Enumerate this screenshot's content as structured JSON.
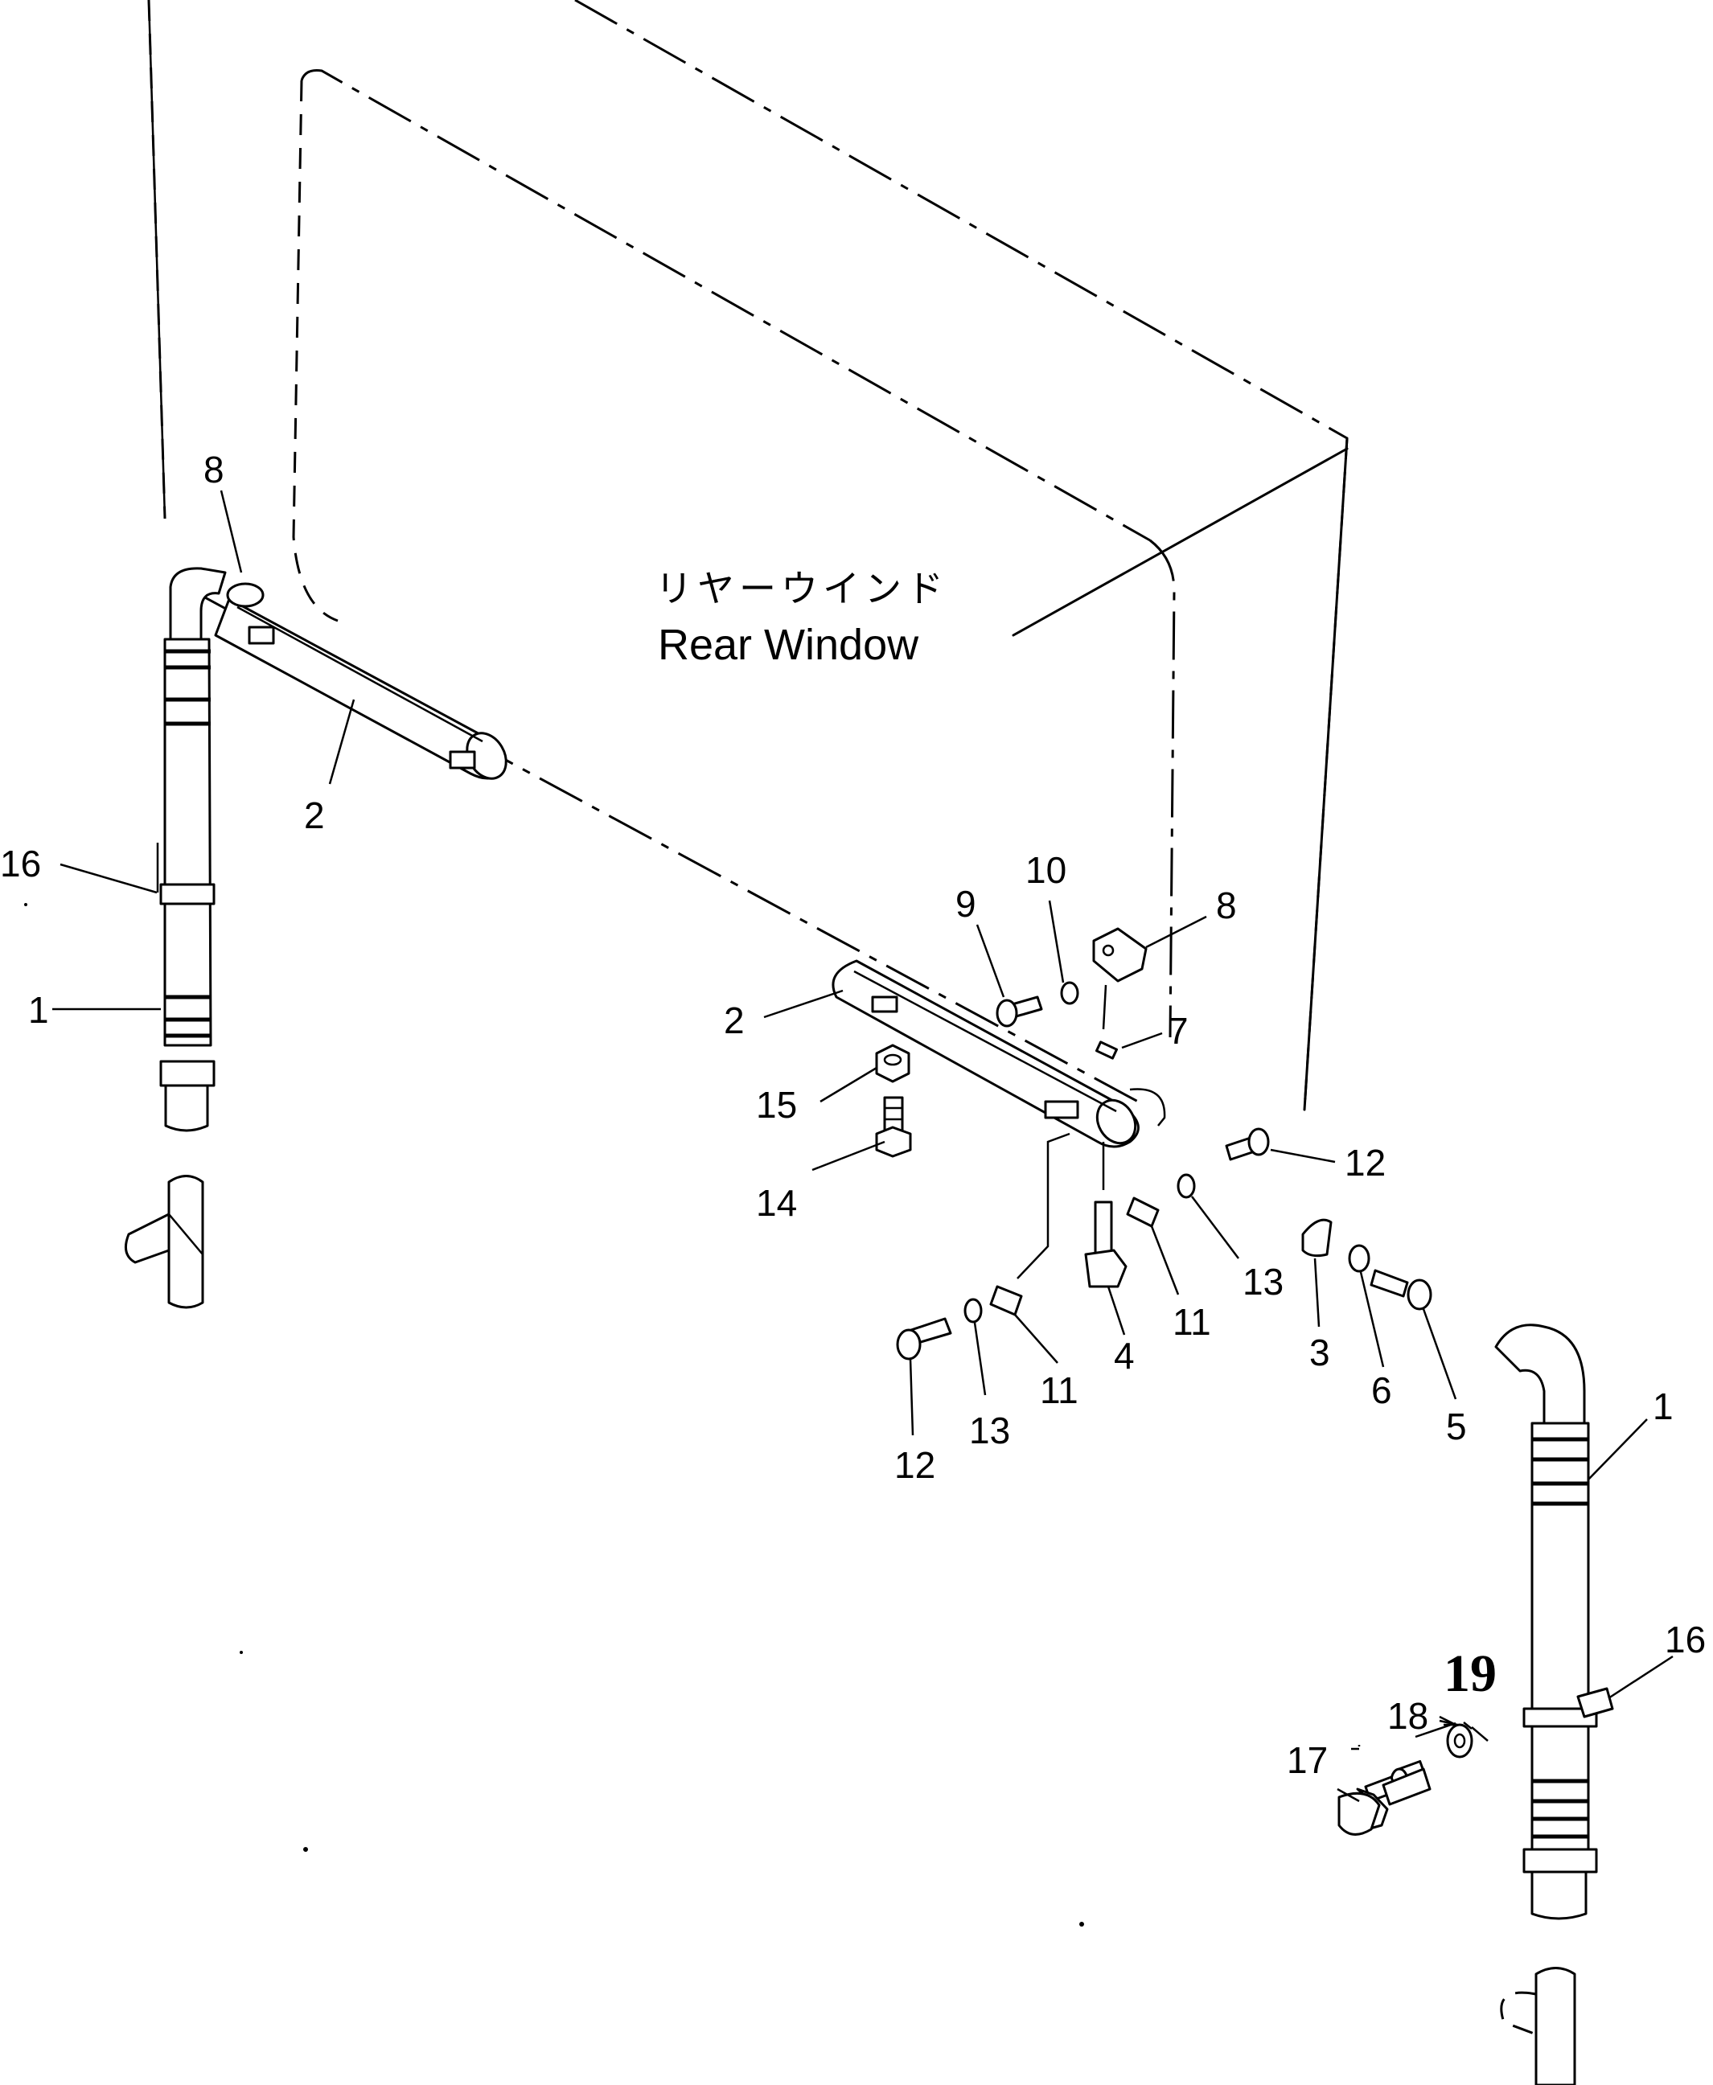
{
  "diagram": {
    "title_jp": "リヤーウインド",
    "title_en": "Rear Window",
    "callouts": [
      {
        "id": "c-8-left",
        "label": "8"
      },
      {
        "id": "c-2-left",
        "label": "2"
      },
      {
        "id": "c-16-left",
        "label": "16"
      },
      {
        "id": "c-1-left",
        "label": "1"
      },
      {
        "id": "c-10",
        "label": "10"
      },
      {
        "id": "c-9",
        "label": "9"
      },
      {
        "id": "c-8-right",
        "label": "8"
      },
      {
        "id": "c-2-right",
        "label": "2"
      },
      {
        "id": "c-7",
        "label": "7"
      },
      {
        "id": "c-15",
        "label": "15"
      },
      {
        "id": "c-12-right",
        "label": "12"
      },
      {
        "id": "c-14",
        "label": "14"
      },
      {
        "id": "c-13-mid",
        "label": "13"
      },
      {
        "id": "c-11-mid",
        "label": "11"
      },
      {
        "id": "c-3",
        "label": "3"
      },
      {
        "id": "c-6",
        "label": "6"
      },
      {
        "id": "c-5",
        "label": "5"
      },
      {
        "id": "c-4",
        "label": "4"
      },
      {
        "id": "c-11-low",
        "label": "11"
      },
      {
        "id": "c-13-low",
        "label": "13"
      },
      {
        "id": "c-12-low",
        "label": "12"
      },
      {
        "id": "c-1-right",
        "label": "1"
      },
      {
        "id": "c-16-right",
        "label": "16"
      },
      {
        "id": "c-19",
        "label": "19"
      },
      {
        "id": "c-18",
        "label": "18"
      },
      {
        "id": "c-17",
        "label": "17"
      }
    ]
  }
}
